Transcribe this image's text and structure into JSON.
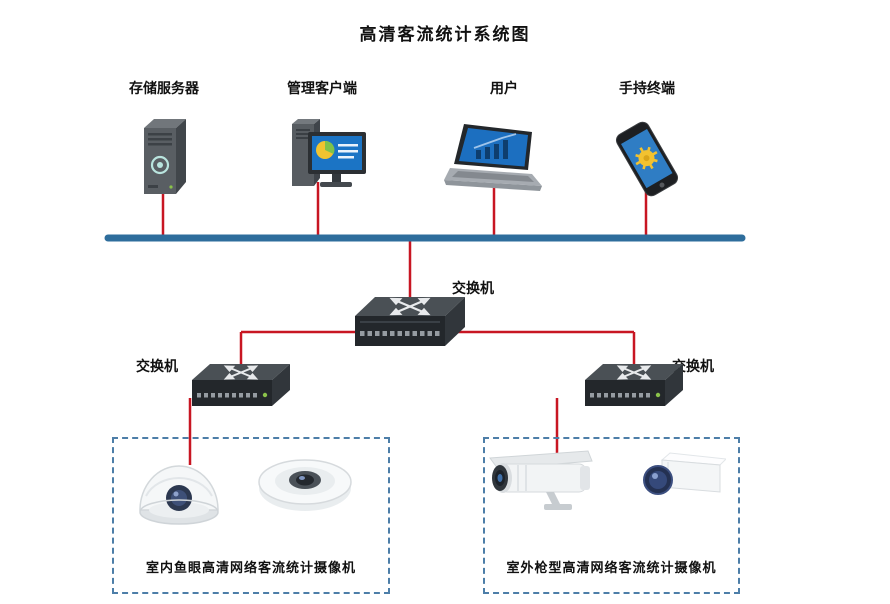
{
  "title": "高清客流统计系统图",
  "colors": {
    "bus": "#2e6d9c",
    "link": "#c81622",
    "group_border": "#4d7ea8"
  },
  "devices": [
    {
      "label": "存储服务器",
      "icon": "storage-server-icon"
    },
    {
      "label": "管理客户端",
      "icon": "management-client-icon"
    },
    {
      "label": "用户",
      "icon": "laptop-icon"
    },
    {
      "label": "手持终端",
      "icon": "handheld-terminal-icon"
    }
  ],
  "switches": [
    {
      "label": "交换机"
    },
    {
      "label": "交换机"
    },
    {
      "label": "交换机"
    }
  ],
  "camera_groups": [
    {
      "caption": "室内鱼眼高清网络客流统计摄像机"
    },
    {
      "caption": "室外枪型高清网络客流统计摄像机"
    }
  ]
}
